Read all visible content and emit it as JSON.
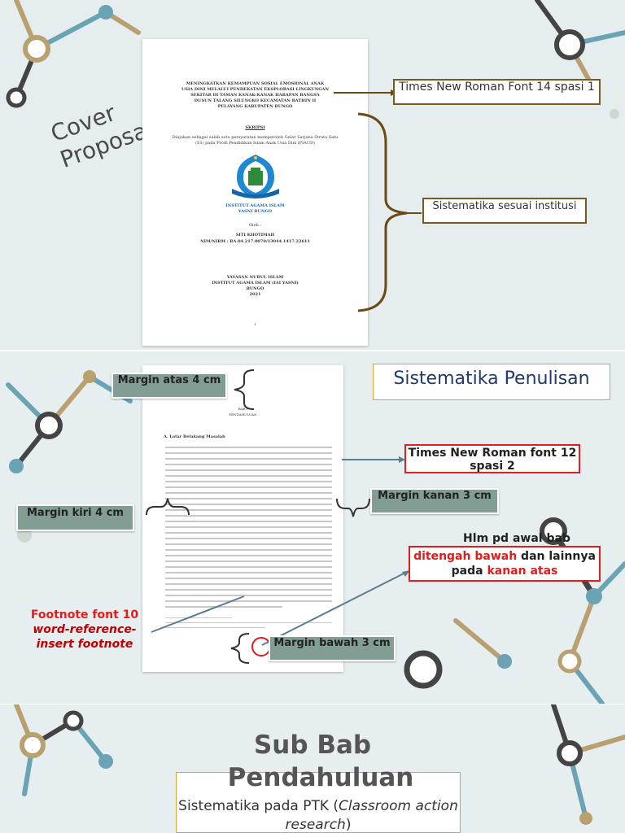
{
  "slide1": {
    "cover_title": "Cover Proposal/skripsi",
    "title_block": [
      "MENINGKATKAN KEMAMPUAN SOSIAL EMOSIONAL ANAK",
      "USIA DINI MELALUI PENDEKATAN EKSPLORASI LINGKUNGAN",
      "SEKITAR DI TAMAN KANAK-KANAK HARAPAN BANGSA",
      "DUSUN TALANG SILUNGKO KECAMATAN BATHIN II",
      "PELAYANG KABUPATEN BUNGO"
    ],
    "skripsi_label": "SKRIPSI",
    "submission_lines": [
      "Diajukan sebagai salah satu persyaratan memperoleh Gelar Sarjana Strata Satu",
      "(S1) pada Prodi Pendidikan Islam Anak Usia Dini (PIAUD)"
    ],
    "logo_text_1": "INSTITUT AGAMA ISLAM",
    "logo_text_2": "YASNI BUNGO",
    "oleh_label": "Oleh :",
    "author_name": "SITI KHOTIMAH",
    "author_nim": "NIM/NIRM : RA.04.217.0070/13044.1417.22611",
    "footer_lines": [
      "YAYASAN NURUL ISLAM",
      "INSTITUT AGAMA ISLAM (IAI YASNI)",
      "BUNGO",
      "2021"
    ],
    "page_number": "i",
    "callout_font": "Times New Roman Font 14 spasi 1",
    "callout_system": "Sistematika sesuai institusi"
  },
  "slide2": {
    "heading": "Sistematika Penulisan",
    "bab_label": "BAB I",
    "bab_title": "PENDAHULUAN",
    "section_label": "A. Latar Belakang Masalah",
    "margin_top": "Margin atas 4 cm",
    "margin_left": "Margin kiri 4 cm",
    "margin_right": "Margin kanan 3 cm",
    "margin_bottom": "Margin bawah 3 cm",
    "times_callout": "Times New Roman font 12 spasi 2",
    "page_note_1": "Hlm pd awal bab",
    "page_note_red_1": "ditengah bawah",
    "page_note_2": " dan lainnya pada ",
    "page_note_red_2": "kanan atas",
    "footnote_line_1": "Footnote font 10",
    "footnote_line_2": "word-reference-",
    "footnote_line_3": "insert footnote"
  },
  "slide3": {
    "title_line_1": "Sub Bab",
    "title_line_2": "Pendahuluan",
    "box_text": "Sistematika pada PTK (",
    "box_italic": "Classroom action research",
    "box_end": ")"
  },
  "colors": {
    "tag_fill": "#829d94",
    "brown_border": "#7a5a21",
    "orange_border": "#e0a030",
    "red": "#e21b1b",
    "heading_blue": "#1f3a6e",
    "brace_brown": "#6b4a16"
  }
}
